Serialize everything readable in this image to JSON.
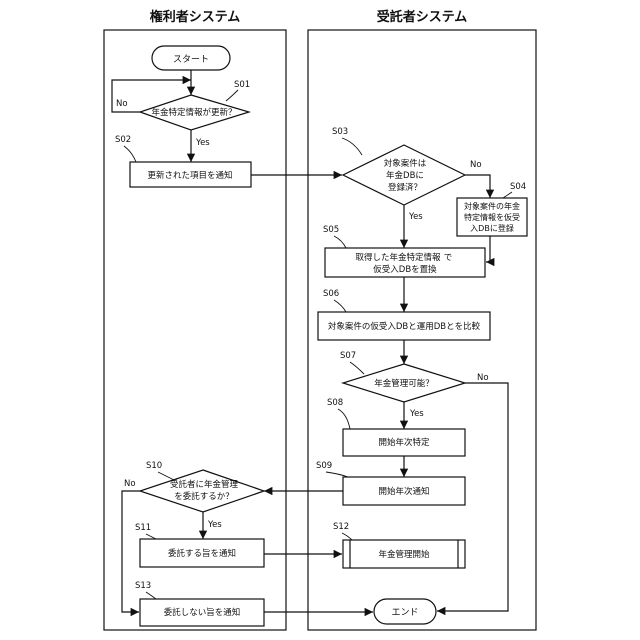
{
  "lanes": {
    "left_title": "権利者システム",
    "right_title": "受託者システム"
  },
  "nodes": {
    "start": "スタート",
    "s01": "年金特定情報が更新？",
    "s02": "更新された項目を通知",
    "s03": [
      "対象案件は",
      "年金DBに",
      "登録済？"
    ],
    "s04": [
      "対象案件の年金",
      "特定情報を仮受",
      "入DBに登録"
    ],
    "s05": [
      "取得した年金特定情報",
      "で",
      "仮受入DBを置換"
    ],
    "s06": "対象案件の仮受入DBと運用DBとを比較",
    "s07": "年金管理可能？",
    "s08": "開始年次特定",
    "s09": "開始年次通知",
    "s10": [
      "受託者に年金管理",
      "を委託するか？"
    ],
    "s11": "委託する旨を通知",
    "s12": "年金管理開始",
    "s13": "委託しない旨を通知",
    "end": "エンド"
  },
  "step_labels": {
    "s01": "S01",
    "s02": "S02",
    "s03": "S03",
    "s04": "S04",
    "s05": "S05",
    "s06": "S06",
    "s07": "S07",
    "s08": "S08",
    "s09": "S09",
    "s10": "S10",
    "s11": "S11",
    "s12": "S12",
    "s13": "S13"
  },
  "branch_labels": {
    "yes": "Yes",
    "no": "No"
  }
}
